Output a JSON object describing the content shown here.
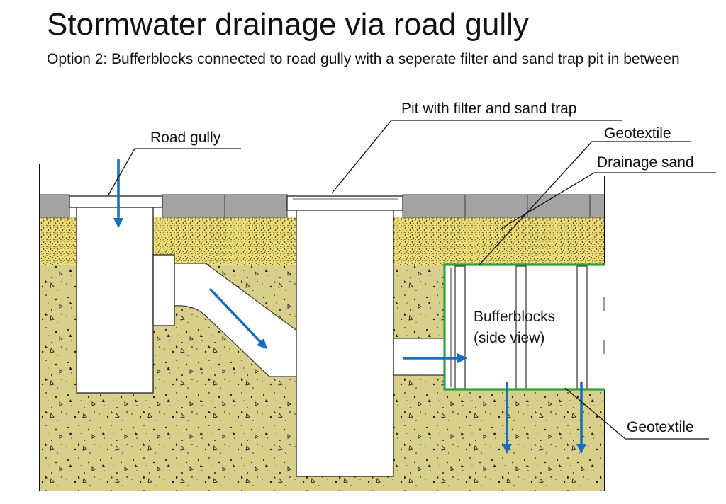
{
  "title": "Stormwater drainage via road gully",
  "subtitle": "Option 2: Bufferblocks connected to road gully with a seperate filter and sand trap pit in between",
  "labels": {
    "road_gully": "Road gully",
    "pit": "Pit with filter and sand trap",
    "geotextile_top": "Geotextile",
    "drainage_sand": "Drainage sand",
    "bufferblocks_line1": "Bufferblocks",
    "bufferblocks_line2": "(side view)",
    "geotextile_bottom": "Geotextile"
  },
  "colors": {
    "soil": "#d8cf8a",
    "drainage_sand": "#eedf7a",
    "paving": "#a3a3a3",
    "flow_arrow": "#1a6fbd",
    "geotextile": "#2fa23a",
    "structure": "#ffffff"
  }
}
